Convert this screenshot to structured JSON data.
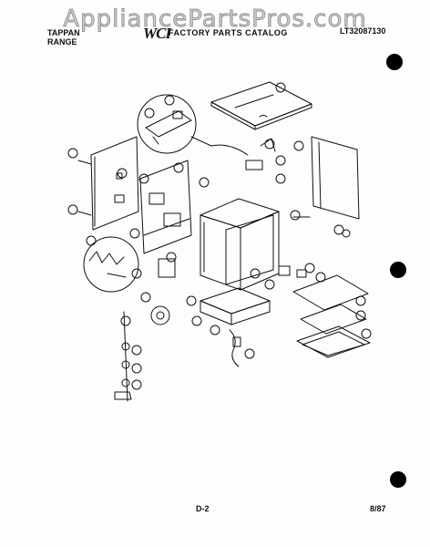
{
  "watermark": "AppliancePartsPros.com",
  "header": {
    "brand_line1": "TAPPAN",
    "brand_line2": "RANGE",
    "logo": "WCI",
    "catalog_title": "FACTORY PARTS CATALOG",
    "model_number": "LT32087130"
  },
  "footer": {
    "page_code": "D-2",
    "date": "8/87"
  },
  "colors": {
    "ink": "#111111",
    "paper": "#fdfdfb",
    "watermark": "#8a8a8a"
  }
}
